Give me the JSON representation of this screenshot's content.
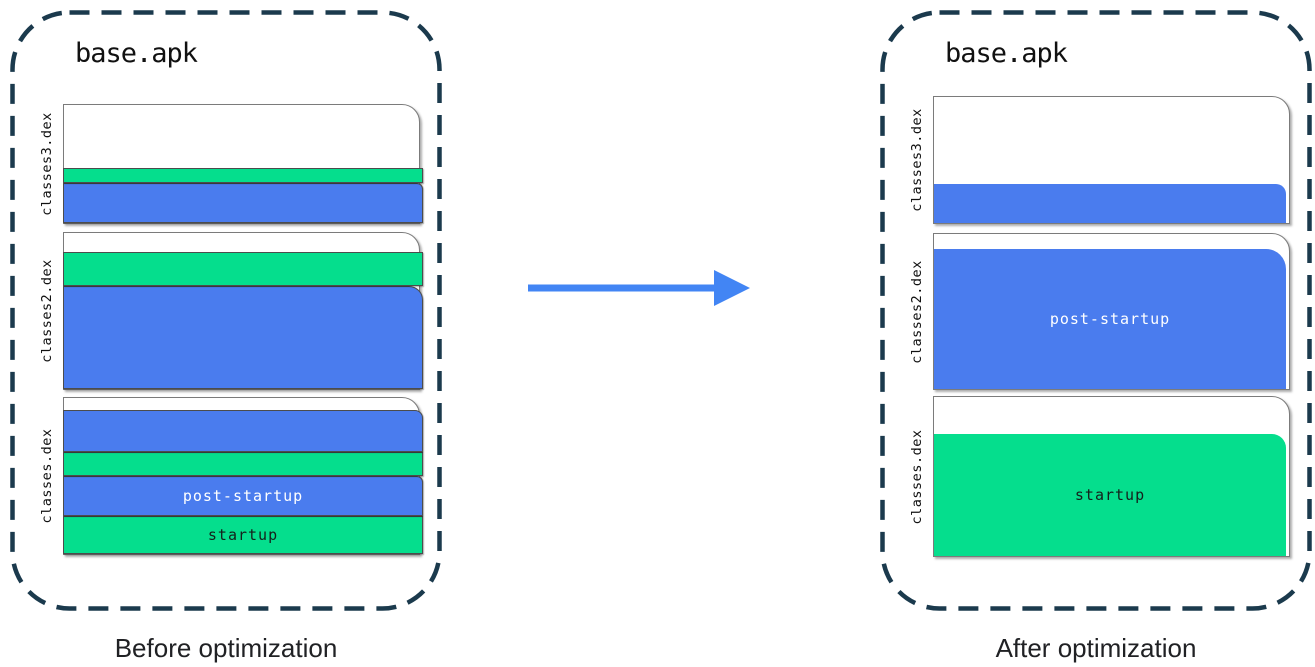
{
  "diagram": {
    "colors": {
      "band_blue": "#4A7CEE",
      "band_green": "#05DE8D",
      "arrow_blue": "#4285F4",
      "outline_navy": "#1B3A4D",
      "file_border_gray": "#7B7B7B",
      "band_border_gray": "#4C4C4C",
      "label_light": "#FFFFFF",
      "label_dark": "#15201B",
      "text_dark": "#111111"
    },
    "panels": [
      {
        "id": "before",
        "apk_label": "base.apk",
        "caption": "Before optimization",
        "files": [
          {
            "name": "classes3.dex",
            "bands": [
              {
                "color": "blue",
                "height": 38,
                "corner": 6
              },
              {
                "color": "green",
                "height": 13,
                "corner": 0
              }
            ]
          },
          {
            "name": "classes2.dex",
            "bands": [
              {
                "color": "blue",
                "height": 101,
                "corner": 14
              },
              {
                "color": "green",
                "height": 32,
                "corner": 0
              }
            ]
          },
          {
            "name": "classes.dex",
            "bands": [
              {
                "color": "green",
                "height": 36,
                "corner": 0,
                "label": "startup",
                "label_tone": "dark"
              },
              {
                "color": "blue",
                "height": 38,
                "corner": 6,
                "label": "post-startup",
                "label_tone": "light"
              },
              {
                "color": "green",
                "height": 22,
                "corner": 0
              },
              {
                "color": "blue",
                "height": 40,
                "corner": 8
              }
            ]
          }
        ]
      },
      {
        "id": "after",
        "apk_label": "base.apk",
        "caption": "After optimization",
        "files": [
          {
            "name": "classes3.dex",
            "bands": [
              {
                "color": "blue",
                "height": 39,
                "corner": 10
              }
            ]
          },
          {
            "name": "classes2.dex",
            "bands": [
              {
                "color": "blue",
                "height": 140,
                "corner": 20,
                "label": "post-startup",
                "label_tone": "light"
              }
            ]
          },
          {
            "name": "classes.dex",
            "bands": [
              {
                "color": "green",
                "height": 122,
                "corner": 14,
                "label": "startup",
                "label_tone": "dark"
              }
            ]
          }
        ]
      }
    ]
  }
}
